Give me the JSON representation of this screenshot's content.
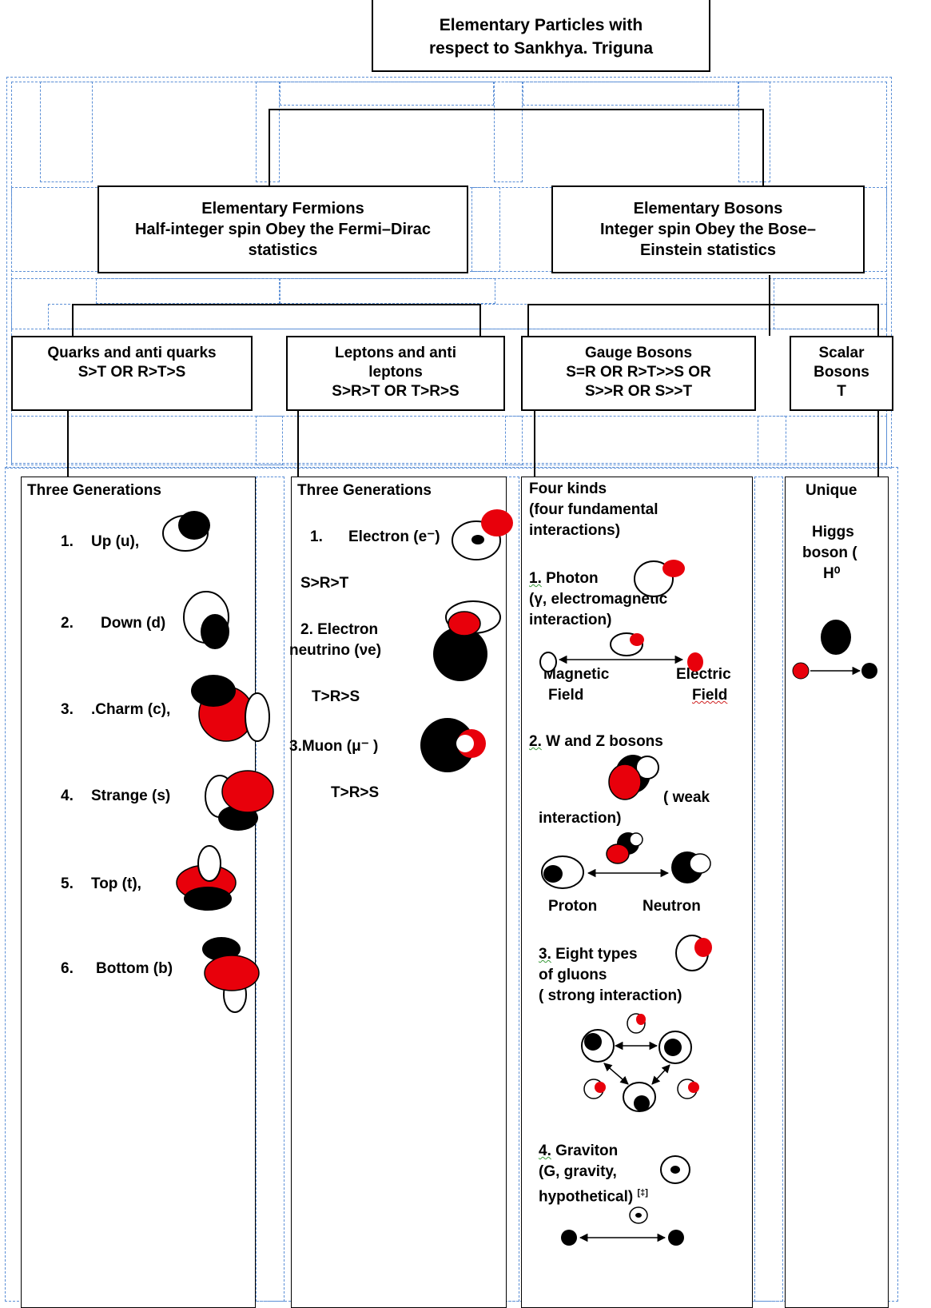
{
  "title": {
    "line1": "Elementary Particles with",
    "line2": "respect to Sankhya. Triguna"
  },
  "fermions": {
    "title": "Elementary Fermions",
    "line2": "Half-integer spin Obey the Fermi–Dirac",
    "line3": "statistics"
  },
  "bosons": {
    "title": "Elementary Bosons",
    "line2": "Integer spin Obey the Bose–",
    "line3": "Einstein statistics"
  },
  "categories": {
    "quarks": {
      "title": "Quarks and anti quarks",
      "rule": "S>T OR R>T>S"
    },
    "leptons": {
      "title1": "Leptons and anti",
      "title2": "leptons",
      "rule": "S>R>T OR T>R>S"
    },
    "gauge": {
      "title": "Gauge Bosons",
      "rule1": "S=R OR R>T>>S OR",
      "rule2": "S>>R   OR S>>T"
    },
    "scalar": {
      "title1": "Scalar",
      "title2": "Bosons",
      "rule": "T"
    }
  },
  "quarks_col": {
    "heading": "Three Generations",
    "items": [
      {
        "num": "1.",
        "label": "Up (u),"
      },
      {
        "num": "2.",
        "label": "Down (d)"
      },
      {
        "num": "3.",
        "label": ".Charm (c),"
      },
      {
        "num": "4.",
        "label": "Strange (s)"
      },
      {
        "num": "5.",
        "label": "Top (t),"
      },
      {
        "num": "6.",
        "label": "Bottom (b)"
      }
    ]
  },
  "leptons_col": {
    "heading": "Three Generations",
    "electron_num": "1.",
    "electron": "Electron (e⁻)",
    "rule1": "S>R>T",
    "neutrino1": "2. Electron",
    "neutrino2": "neutrino (νe)",
    "rule2": "T>R>S",
    "muon": "3.Muon (μ⁻ )",
    "rule3": "T>R>S"
  },
  "gauge_col": {
    "heading1": "Four kinds",
    "heading2": "(four fundamental",
    "heading3": "interactions)",
    "photon_num": "1.",
    "photon1": " Photon",
    "photon2": "(γ, electromagnetic",
    "photon3": "interaction)",
    "magnetic1": "Magnetic",
    "magnetic2": "Field",
    "electric1": "Electric",
    "electric2": "Field",
    "wz_num": "2.",
    "wz": " W and Z bosons",
    "weak1": "( weak",
    "weak2": "interaction)",
    "proton": "Proton",
    "neutron": "Neutron",
    "gluon_num": "3.",
    "gluon1": "  Eight types",
    "gluon2": "of gluons",
    "gluon3": "( strong interaction)",
    "grav_num": "4.",
    "grav1": " Graviton",
    "grav2": "(G, gravity,",
    "grav3": "hypothetical)",
    "grav_ref": "[‡]"
  },
  "scalar_col": {
    "heading": "Unique",
    "higgs1": "Higgs",
    "higgs2": "boson (",
    "higgs3": "H⁰"
  },
  "colors": {
    "red": "#e8000b",
    "black": "#000000",
    "grid": "#5b8fd6"
  }
}
